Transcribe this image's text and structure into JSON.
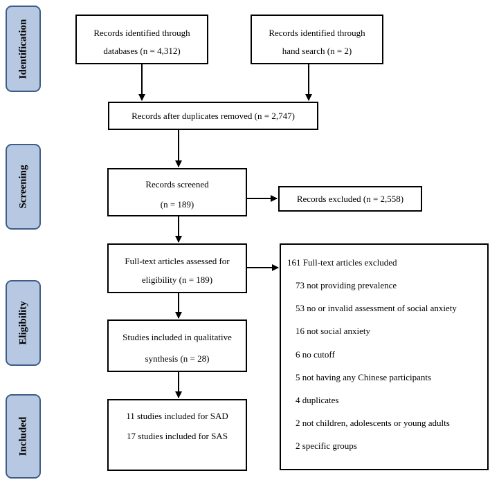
{
  "phases": {
    "identification": "Identification",
    "screening": "Screening",
    "eligibility": "Eligibility",
    "included": "Included"
  },
  "boxes": {
    "databases": [
      "Records identified through",
      "databases (n = 4,312)"
    ],
    "hand_search": [
      "Records identified through",
      "hand search (n = 2)"
    ],
    "duplicates_removed": [
      "Records after duplicates removed (n = 2,747)"
    ],
    "screened": [
      "Records screened",
      "(n = 189)"
    ],
    "excluded": [
      "Records excluded (n = 2,558)"
    ],
    "fulltext": [
      "Full-text articles assessed for",
      "eligibility (n = 189)"
    ],
    "fulltext_excluded": {
      "title": "161 Full-text articles excluded",
      "items": [
        "73 not providing prevalence",
        "53 no or invalid assessment of social anxiety",
        "16 not social anxiety",
        "6 no cutoff",
        "5 not having any Chinese participants",
        "4 duplicates",
        "2 not children, adolescents or young adults",
        "2 specific groups"
      ]
    },
    "qualitative": [
      "Studies included in qualitative",
      "synthesis (n = 28)"
    ],
    "included": [
      "11 studies included for SAD",
      "17 studies included for SAS"
    ]
  }
}
